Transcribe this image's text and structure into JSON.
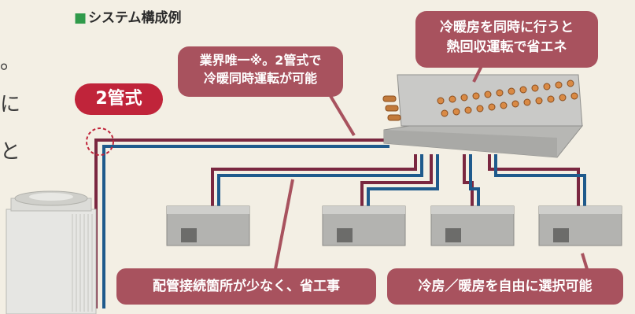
{
  "section_title": "システム構成例",
  "edge_chars": [
    "。",
    "に",
    "と"
  ],
  "pill_label": "2管式",
  "callouts": {
    "top_left_line1": "業界唯一※。2管式で",
    "top_left_line2": "冷暖同時運転が可能",
    "top_right_line1": "冷暖房を同時に行うと",
    "top_right_line2": "熱回収運転で省エネ",
    "bottom_left": "配管接続箇所が少なく、省工事",
    "bottom_right": "冷房／暖房を自由に選択可能"
  },
  "colors": {
    "background": "#f3efe4",
    "accent_pill": "#c0243a",
    "callout": "#a8525e",
    "pipe_red": "#7a2740",
    "pipe_blue": "#1f5a8c",
    "title_square": "#2f9a4a"
  }
}
